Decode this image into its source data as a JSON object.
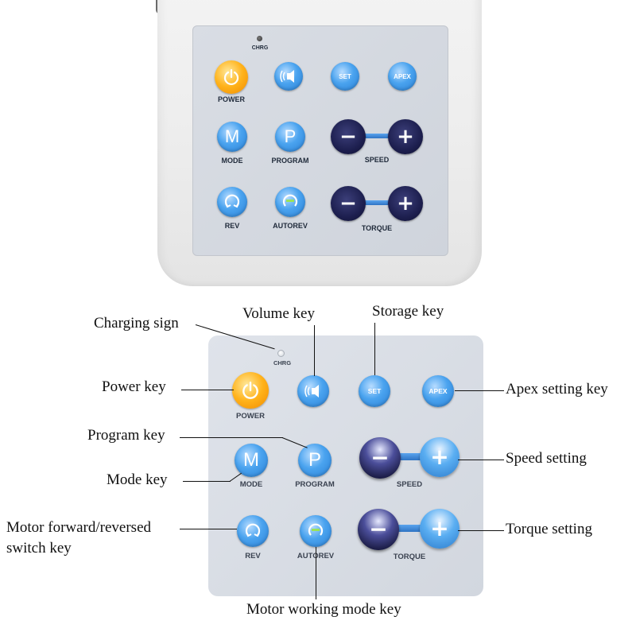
{
  "device": {
    "chrg_label": "CHRG",
    "keys": {
      "power": "POWER",
      "mode": "MODE",
      "program": "PROGRAM",
      "speed": "SPEED",
      "rev": "REV",
      "autorev": "AUTOREV",
      "torque": "TORQUE",
      "set": "SET",
      "apex": "APEX",
      "mode_letter": "M",
      "program_letter": "P"
    }
  },
  "callouts": {
    "charging_sign": "Charging sign",
    "volume_key": "Volume key",
    "storage_key": "Storage key",
    "power_key": "Power key",
    "apex_setting_key": "Apex setting key",
    "program_key": "Program key",
    "speed_setting": "Speed setting",
    "mode_key": "Mode key",
    "motor_switch_line1": "Motor forward/reversed",
    "motor_switch_line2": "switch key",
    "torque_setting": "Torque setting",
    "motor_working_mode_key": "Motor working mode key"
  },
  "icons": {
    "power": "power-icon",
    "volume": "volume-icon",
    "minus": "minus-icon",
    "plus": "plus-icon",
    "rev": "rev-icon",
    "autorev": "autorev-icon"
  },
  "colors": {
    "key_blue": "#4aa3ef",
    "key_orange": "#ffb21a",
    "key_dark": "#1d1f4f",
    "panel": "#d9dde4"
  }
}
